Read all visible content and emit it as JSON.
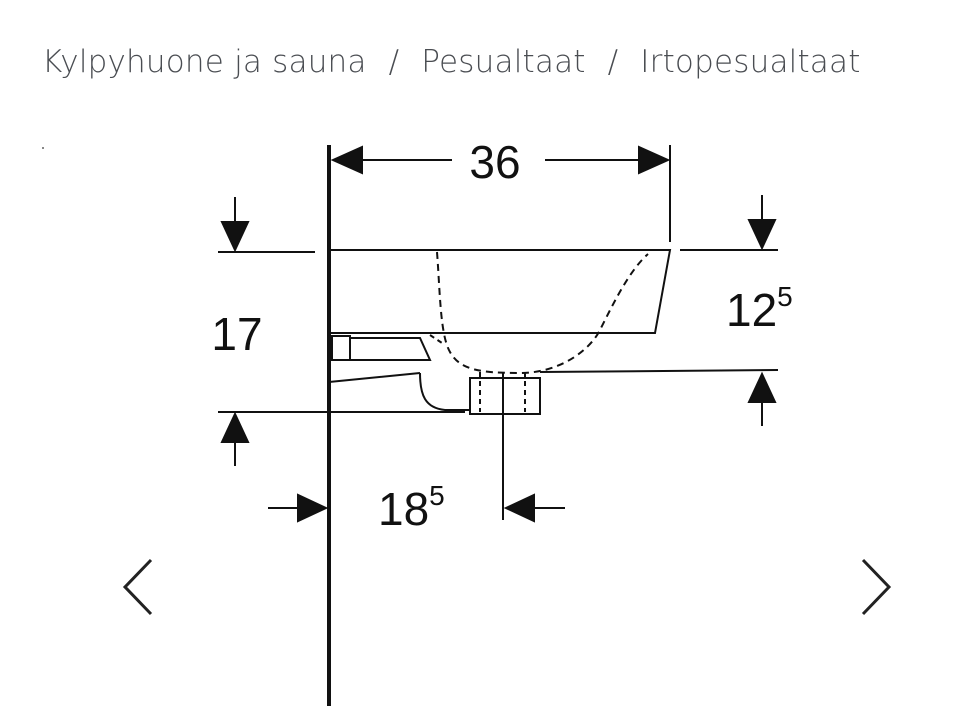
{
  "breadcrumb": {
    "items": [
      {
        "label": "Kylpyhuone ja sauna"
      },
      {
        "label": "Pesualtaat"
      },
      {
        "label": "Irtopesualtaat"
      }
    ],
    "separator": "/"
  },
  "drawing": {
    "width_label": "36",
    "height_label": "17",
    "depth_label": {
      "main": "12",
      "sup": "5"
    },
    "drain_offset_label": {
      "main": "18",
      "sup": "5"
    }
  },
  "gallery": {
    "prev_icon": "chevron-left-icon",
    "next_icon": "chevron-right-icon"
  }
}
